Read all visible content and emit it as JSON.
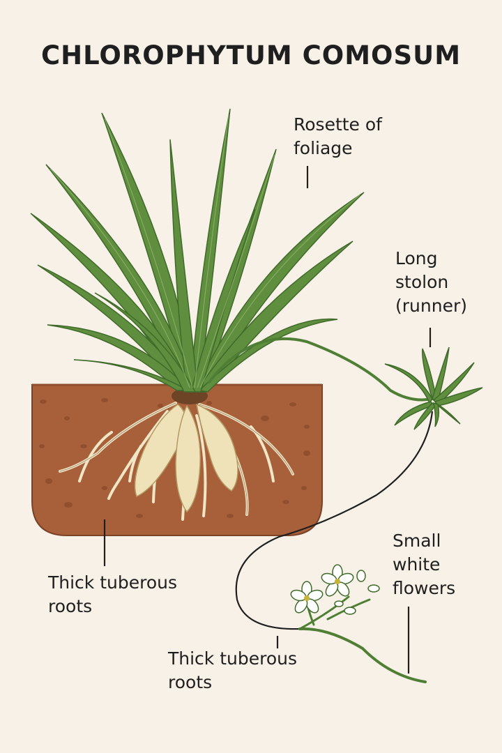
{
  "title": "CHLOROPHYTUM COMOSUM",
  "labels": {
    "foliage": [
      "Rosette of",
      "foliage"
    ],
    "stolon": [
      "Long",
      "stolon",
      "(runner)"
    ],
    "flowers": [
      "Small",
      "white",
      "flowers"
    ],
    "roots_left": [
      "Thick tuberous",
      "roots"
    ],
    "roots_bottom": [
      "Thick tuberous",
      "roots"
    ]
  },
  "colors": {
    "background": "#f8f1e7",
    "soil": "#a8603a",
    "leaf": "#5f8f3e",
    "leaf_dark": "#3f6a2a",
    "root": "#efe2b8",
    "line": "#1f1f1f"
  }
}
